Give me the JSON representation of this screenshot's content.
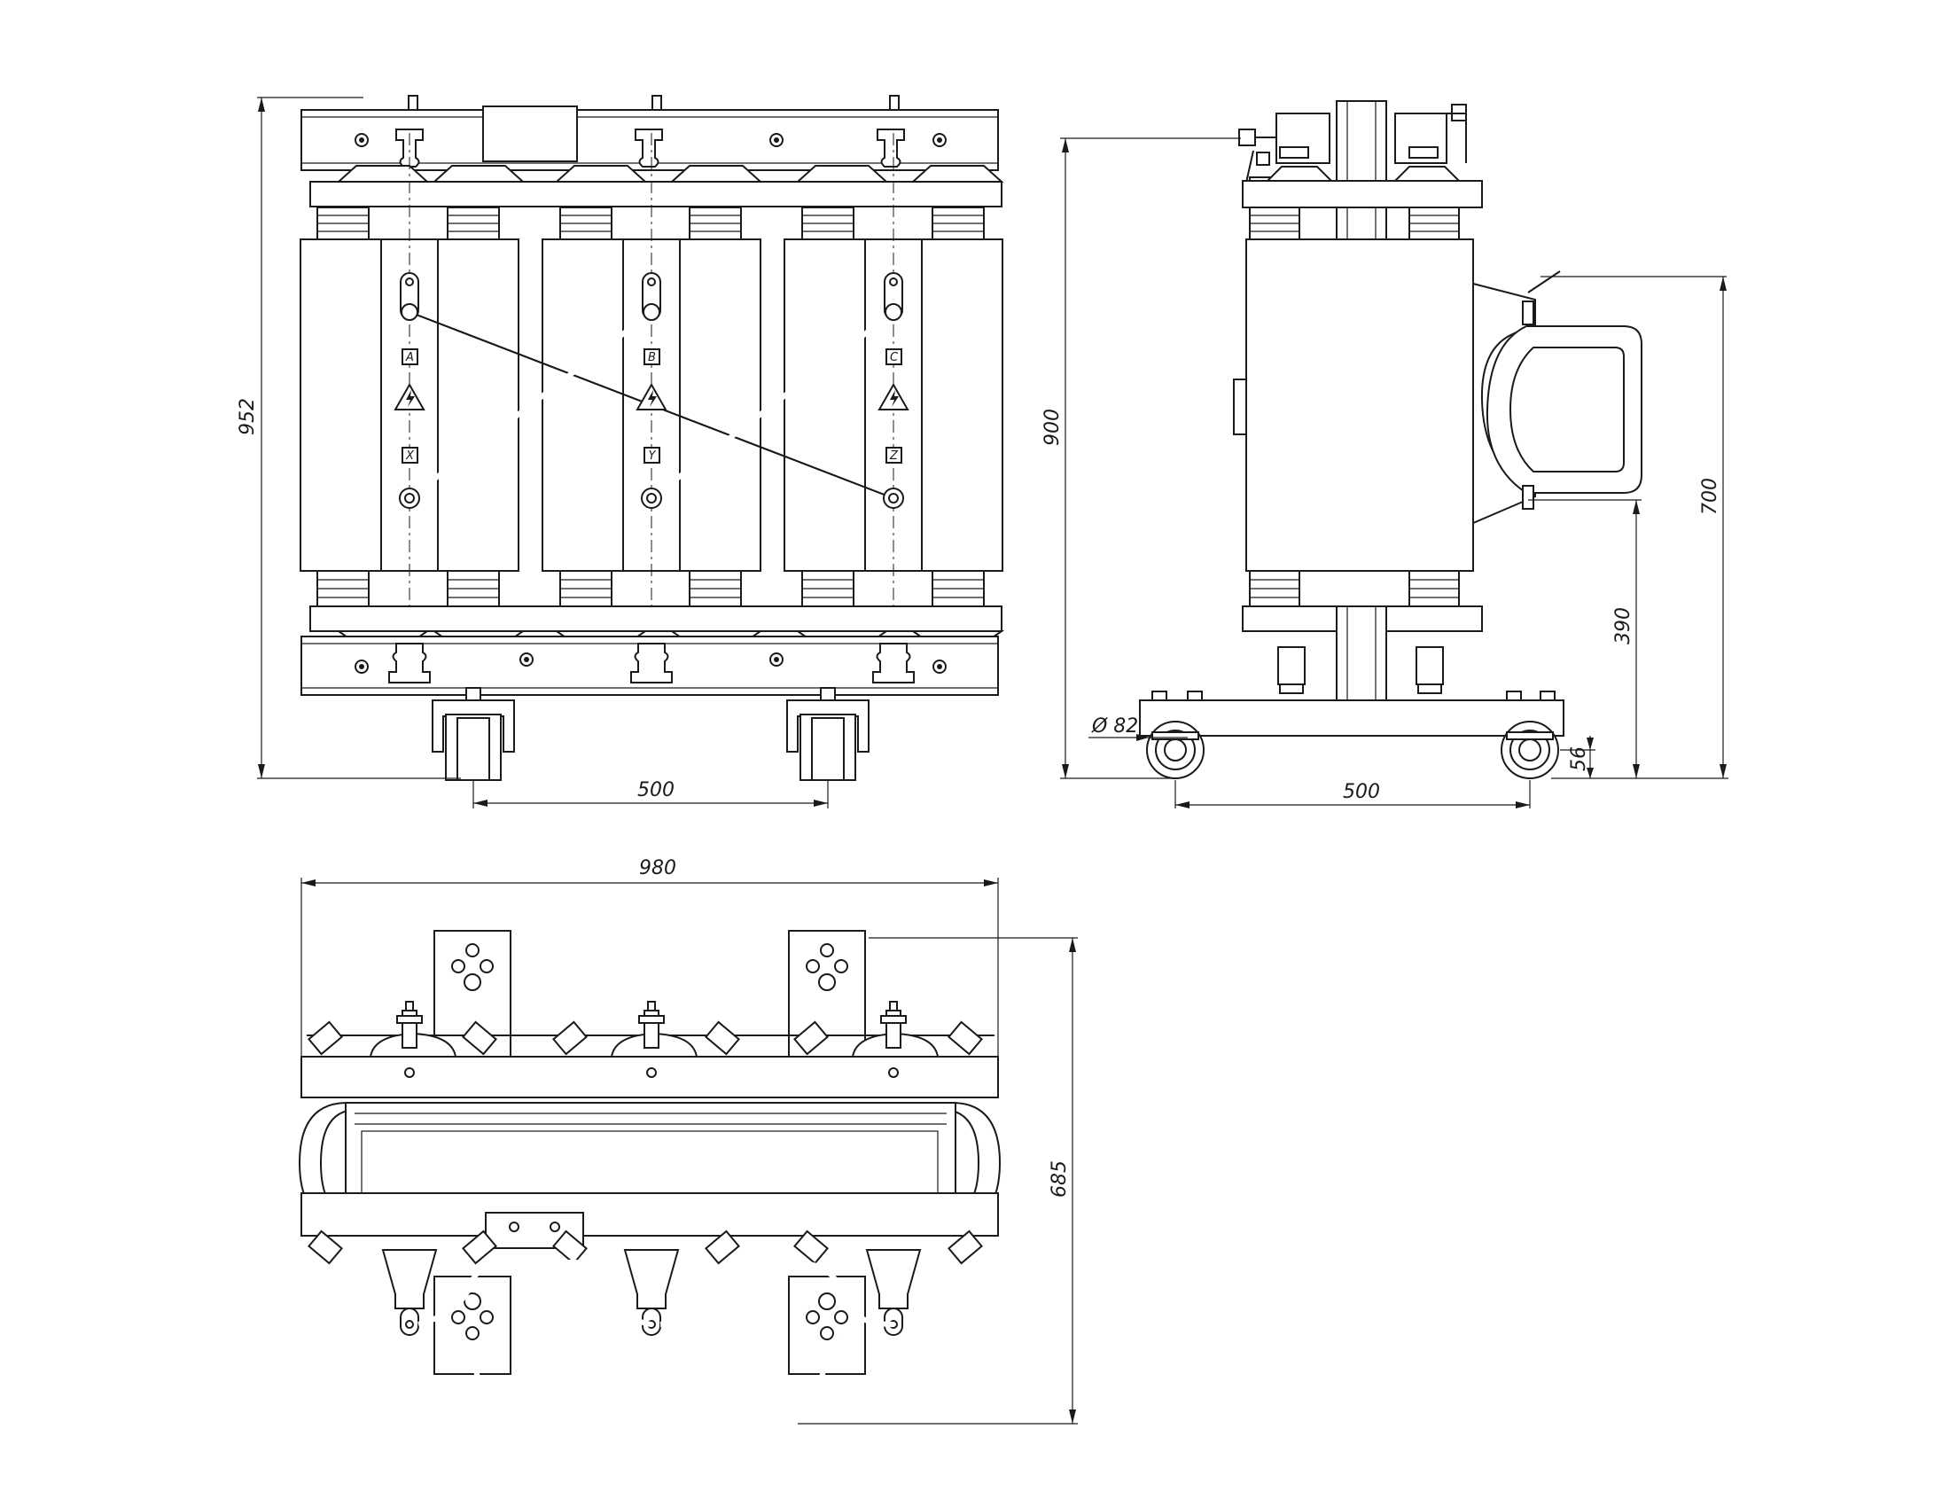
{
  "dimensions": {
    "front_height": "952",
    "front_wheel_base": "500",
    "side_height": "900",
    "side_handle_height": "700",
    "side_handle_low": "390",
    "side_wheel_axle": "56",
    "side_wheel_diameter": "Ø 82",
    "side_wheel_base": "500",
    "top_width": "980",
    "top_depth": "685"
  },
  "phase_marks": {
    "upper": [
      "A",
      "B",
      "C"
    ],
    "lower": [
      "X",
      "Y",
      "Z"
    ]
  }
}
